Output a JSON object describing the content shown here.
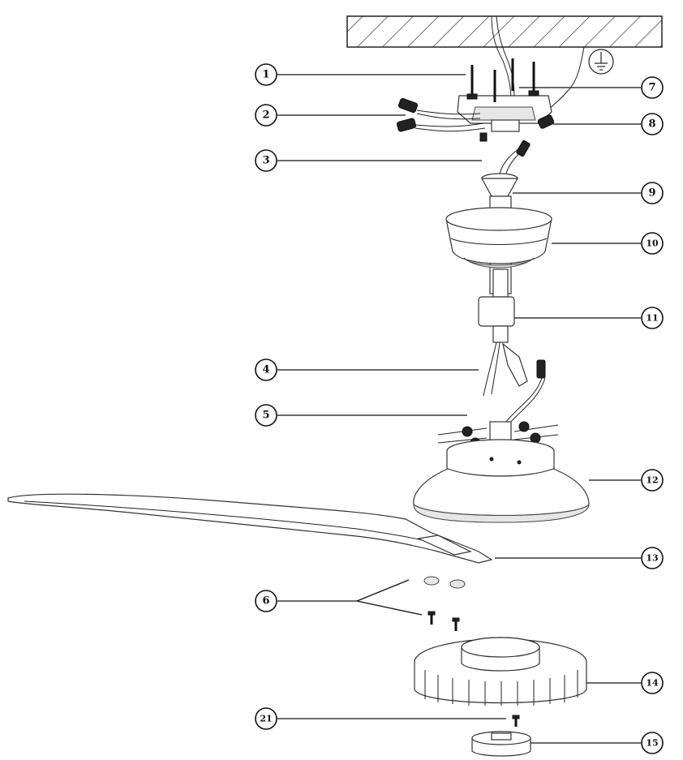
{
  "callouts": [
    {
      "id": "1",
      "label": "1"
    },
    {
      "id": "2",
      "label": "2"
    },
    {
      "id": "3",
      "label": "3"
    },
    {
      "id": "4",
      "label": "4"
    },
    {
      "id": "5",
      "label": "5"
    },
    {
      "id": "6",
      "label": "6"
    },
    {
      "id": "7",
      "label": "7"
    },
    {
      "id": "8",
      "label": "8"
    },
    {
      "id": "9",
      "label": "9"
    },
    {
      "id": "10",
      "label": "10"
    },
    {
      "id": "11",
      "label": "11"
    },
    {
      "id": "12",
      "label": "12"
    },
    {
      "id": "13",
      "label": "13"
    },
    {
      "id": "14",
      "label": "14"
    },
    {
      "id": "15",
      "label": "15"
    },
    {
      "id": "21",
      "label": "21"
    }
  ],
  "icons": {
    "ground": "ground-symbol-icon"
  },
  "colors": {
    "ink": "#111111",
    "shade": "#e6e6e6"
  }
}
